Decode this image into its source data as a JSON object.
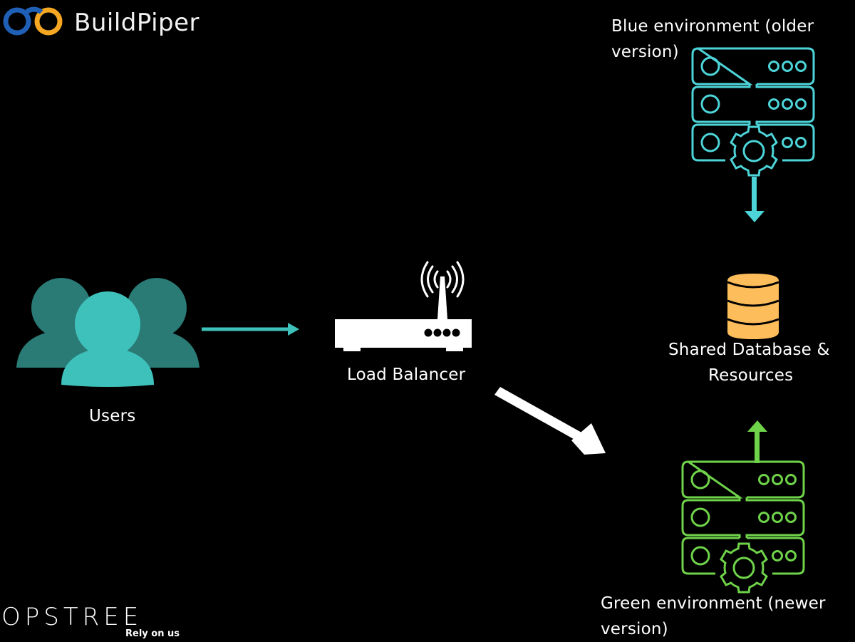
{
  "branding": {
    "top_logo_text": "BuildPiper",
    "bottom_logo_text": "OPSTREE",
    "bottom_logo_tagline": "Rely on us"
  },
  "nodes": {
    "users": {
      "label": "Users",
      "icon": "users-group-icon"
    },
    "load_balancer": {
      "label": "Load Balancer",
      "icon": "router-icon"
    },
    "blue_env": {
      "label_line1": "Blue environment (older",
      "label_line2": "version)",
      "icon": "server-stack-gear-icon"
    },
    "database": {
      "label_line1": "Shared Database &",
      "label_line2": "Resources",
      "icon": "database-icon"
    },
    "green_env": {
      "label_line1": "Green environment (newer",
      "label_line2": "version)",
      "icon": "server-stack-gear-icon"
    }
  },
  "edges": [
    {
      "from": "users",
      "to": "load_balancer",
      "style": "teal"
    },
    {
      "from": "load_balancer",
      "to": "green_env",
      "style": "white"
    },
    {
      "from": "blue_env",
      "to": "database",
      "style": "cyan"
    },
    {
      "from": "green_env",
      "to": "database",
      "style": "green"
    }
  ],
  "colors": {
    "background": "#000000",
    "user_front": "#3fc1bb",
    "user_back": "#2a7a76",
    "blue_env": "#4dd4d8",
    "green_env": "#6fd34a",
    "database": "#fdbd5b",
    "logo_blue": "#1f5fb5",
    "logo_orange": "#f5a623"
  }
}
